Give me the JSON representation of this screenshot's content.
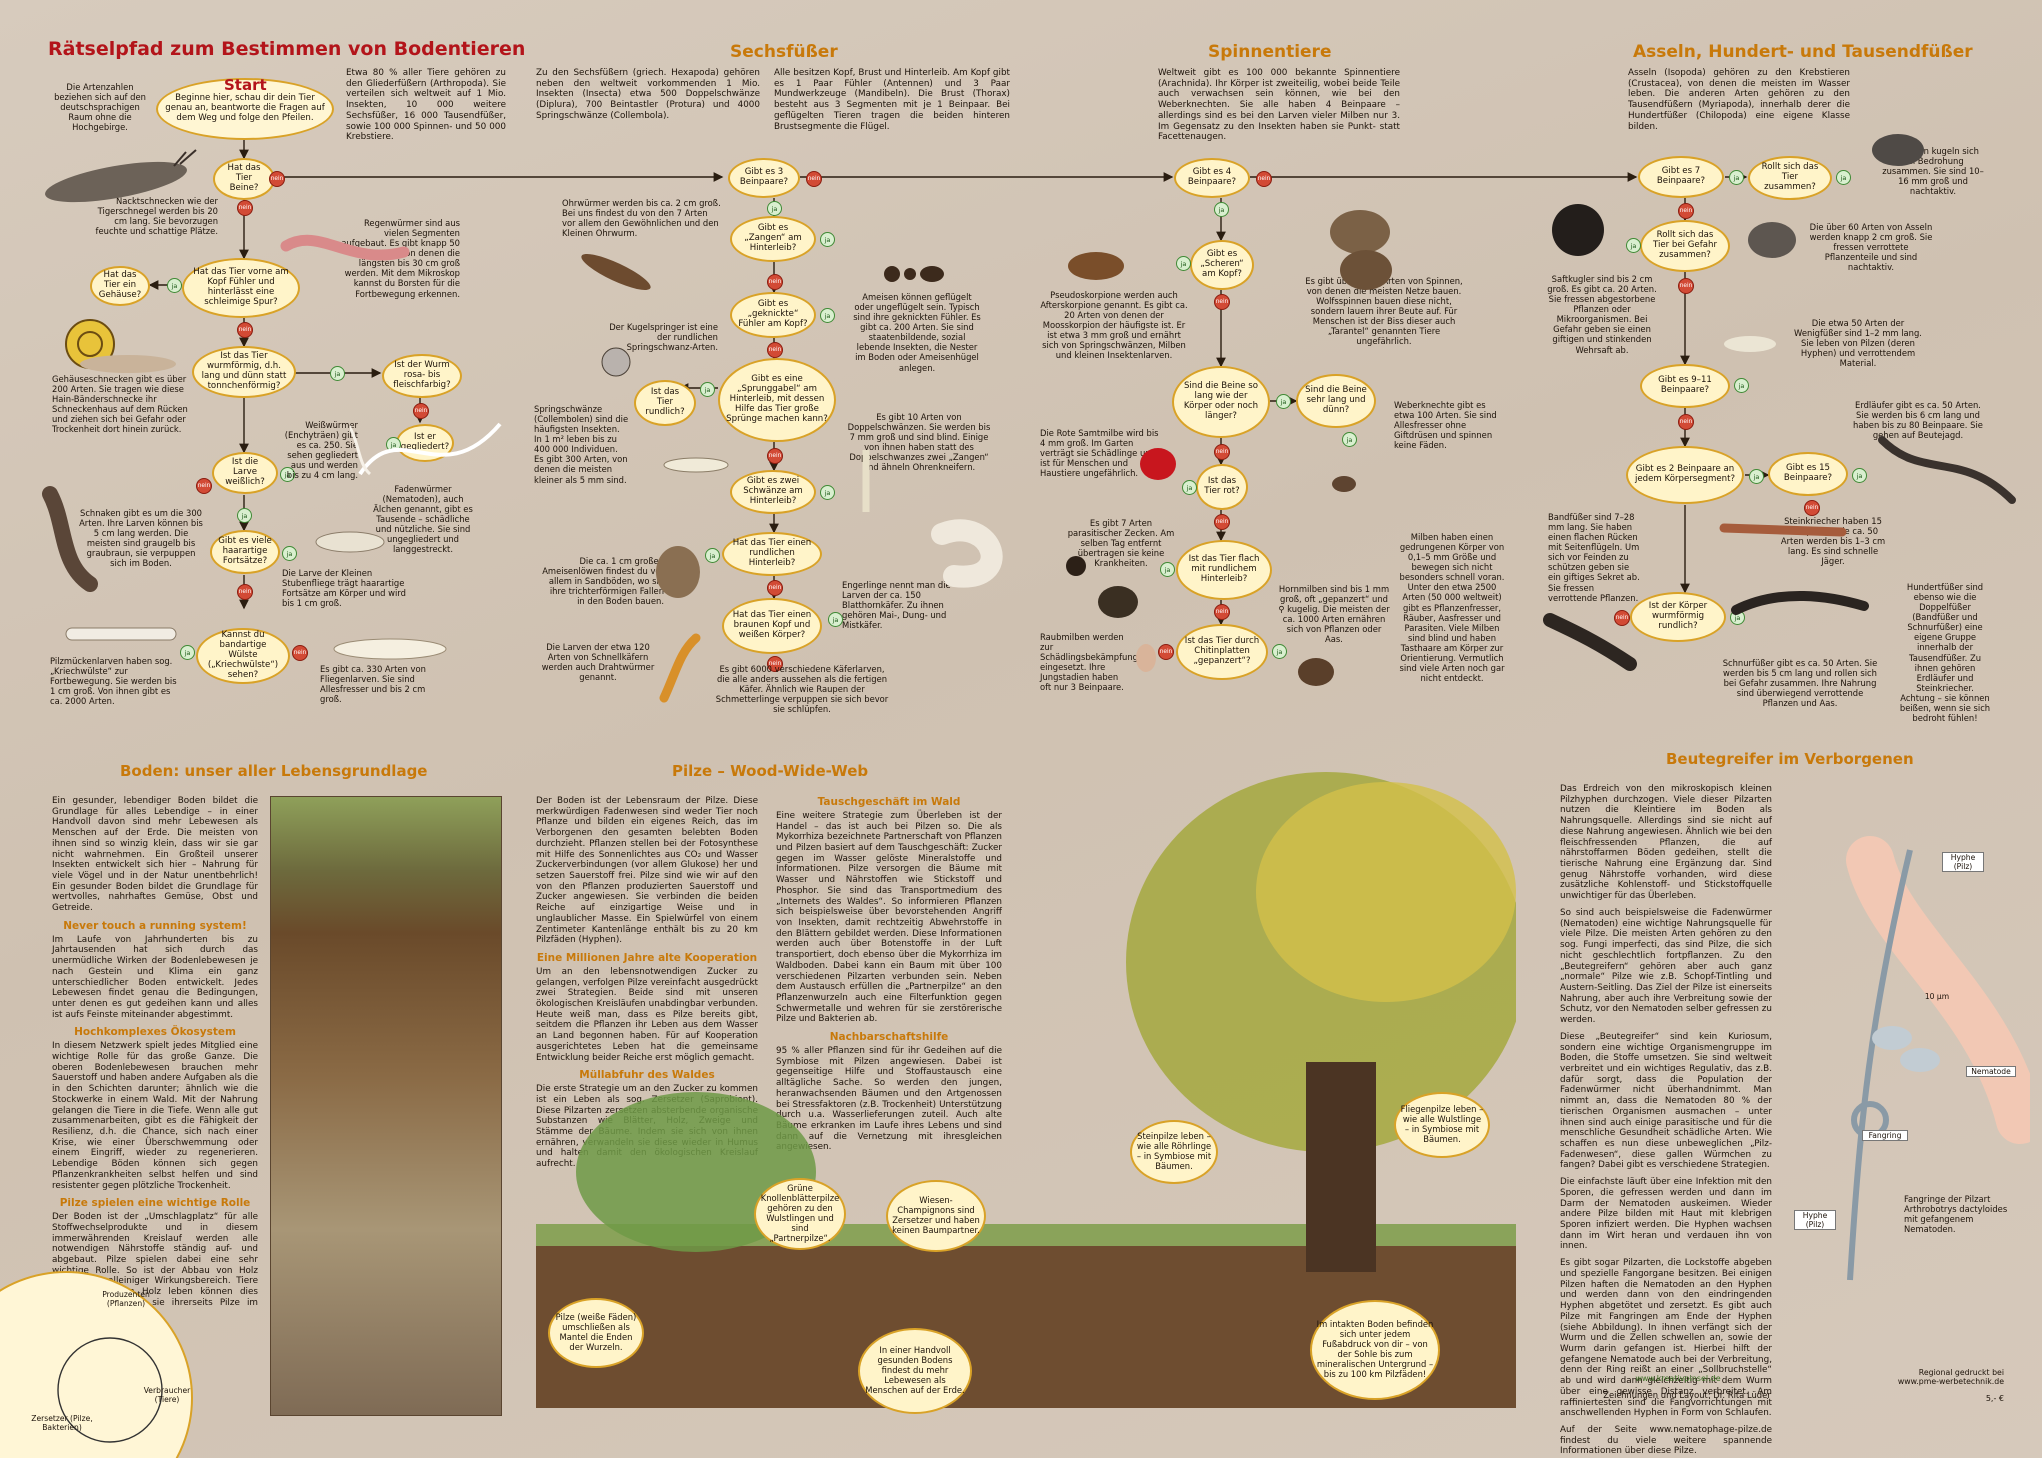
{
  "colors": {
    "title_red": "#b3141a",
    "title_orange": "#c8790a",
    "node_fill": "#fff4c9",
    "node_border": "#d9a227",
    "ja_green": "#3f8a35",
    "nein_red": "#d24a35",
    "background": "#d3c6b8"
  },
  "titles": {
    "main": "Rätselpfad zum Bestimmen von Bodentieren",
    "sechs": "Sechsfüßer",
    "spinnen": "Spinnentiere",
    "asseln": "Asseln, Hundert- und Tausendfüßer",
    "boden": "Boden: unser aller Lebensgrundlage",
    "pilze": "Pilze – Wood-Wide-Web",
    "beute": "Beutegreifer im Verborgenen"
  },
  "labels": {
    "start": "Start",
    "ja": "ja",
    "nein": "nein"
  },
  "nodes": {
    "start": "Beginne hier, schau dir dein Tier genau an, beantworte die Fragen auf dem Weg und folge den Pfeilen.",
    "beine": "Hat das Tier Beine?",
    "fuehler": "Hat das Tier vorne am Kopf Fühler und hinterlässt eine schleimige Spur?",
    "gehaeuse": "Hat das Tier ein Gehäuse?",
    "wurm": "Ist das Tier wurmförmig, d.h. lang und dünn statt tonnchenförmig?",
    "rosa": "Ist der Wurm rosa- bis fleischfarbig?",
    "gegliedert": "Ist er gegliedert?",
    "larve": "Ist die Larve weißlich?",
    "haarig": "Gibt es viele haarartige Fortsätze?",
    "kriech": "Kannst du bandartige Wülste („Kriechwülste“) sehen?",
    "b3": "Gibt es 3 Beinpaare?",
    "zangen": "Gibt es „Zangen“ am Hinterleib?",
    "geknickt": "Gibt es „geknickte“ Fühler am Kopf?",
    "rundlich": "Ist das Tier rundlich?",
    "sprung": "Gibt es eine „Sprunggabel“ am Hinterleib, mit dessen Hilfe das Tier große Sprünge machen kann?",
    "schwaenze": "Gibt es zwei Schwänze am Hinterleib?",
    "rundHinter": "Hat das Tier einen rundlichen Hinterleib?",
    "braunKopf": "Hat das Tier einen braunen Kopf und weißen Körper?",
    "b4": "Gibt es 4 Beinpaare?",
    "scheren": "Gibt es „Scheren“ am Kopf?",
    "laenger": "Sind die Beine so lang wie der Körper oder noch länger?",
    "sehrlang": "Sind die Beine sehr lang und dünn?",
    "rot": "Ist das Tier rot?",
    "flach": "Ist das Tier flach mit rundlichem Hinterleib?",
    "chitin": "Ist das Tier durch Chitinplatten „gepanzert“?",
    "b7": "Gibt es 7 Beinpaare?",
    "rollt": "Rollt sich das Tier zusammen?",
    "rollt2": "Rollt sich das Tier bei Gefahr zusammen?",
    "b911": "Gibt es 9–11 Beinpaare?",
    "b2": "Gibt es 2 Beinpaare an jedem Körpersegment?",
    "b15": "Gibt es 15 Beinpaare?",
    "wurmRund": "Ist der Körper wurmförmig rundlich?"
  },
  "intro": {
    "artenzahlen": "Die Artenzahlen beziehen sich auf den deutschsprachigen Raum ohne die Hochgebirge.",
    "gliederfuesser": "Etwa 80 % aller Tiere gehören zu den Gliederfüßern (Arthropoda). Sie verteilen sich weltweit auf 1 Mio. Insekten, 10 000 weitere Sechsfüßer, 16 000 Tausendfüßer, sowie 100 000 Spinnen- und 50 000 Krebstiere.",
    "sechs1": "Zu den Sechsfüßern (griech. Hexapoda) gehören neben den weltweit vorkommenden 1 Mio. Insekten (Insecta) etwa 500 Doppelschwänze (Diplura), 700 Beintastler (Protura) und 4000 Springschwänze (Collembola).",
    "sechs2": "Alle besitzen Kopf, Brust und Hinterleib. Am Kopf gibt es 1 Paar Fühler (Antennen) und 3 Paar Mundwerkzeuge (Mandibeln). Die Brust (Thorax) besteht aus 3 Segmenten mit je 1 Beinpaar. Bei geflügelten Tieren tragen die beiden hinteren Brustsegmente die Flügel.",
    "spinnen": "Weltweit gibt es 100 000 bekannte Spinnentiere (Arachnida). Ihr Körper ist zweiteilig, wobei beide Teile auch verwachsen sein können, wie bei den Weberknechten. Sie alle haben 4 Beinpaare – allerdings sind es bei den Larven vieler Milben nur 3. Im Gegensatz zu den Insekten haben sie Punkt- statt Facettenaugen.",
    "asseln": "Asseln (Isopoda) gehören zu den Krebstieren (Crustacea), von denen die meisten im Wasser leben. Die anderen Arten gehören zu den Tausendfüßern (Myriapoda), innerhalb derer die Hundertfüßer (Chilopoda) eine eigene Klasse bilden."
  },
  "captions": {
    "nackt": "Nacktschnecken wie der Tigerschnegel werden bis 20 cm lang. Sie bevorzugen feuchte und schattige Plätze.",
    "gehaeuse": "Gehäuseschnecken gibt es über 200 Arten. Sie tragen wie diese Hain-Bänderschnecke ihr Schneckenhaus auf dem Rücken und ziehen sich bei Gefahr oder Trockenheit dort hinein zurück.",
    "regen": "Regenwürmer sind aus vielen Segmenten aufgebaut. Es gibt knapp 50 Arten von denen die längsten bis 30 cm groß werden. Mit dem Mikroskop kannst du Borsten für die Fortbewegung erkennen.",
    "weiss": "Weißwürmer (Enchyträen) gibt es ca. 250. Sie sehen gegliedert aus und werden bis zu 4 cm lang.",
    "faden": "Fadenwürmer (Nematoden), auch Älchen genannt, gibt es Tausende – schädliche und nützliche. Sie sind ungegliedert und langgestreckt.",
    "schnaken": "Schnaken gibt es um die 300 Arten. Ihre Larven können bis 5 cm lang werden. Die meisten sind graugelb bis graubraun, sie verpuppen sich im Boden.",
    "stubenfliege": "Die Larve der Kleinen Stubenfliege trägt haarartige Fortsätze am Körper und wird bis 1 cm groß.",
    "pilzmuecken": "Pilzmückenlarven haben sog. „Kriechwülste“ zur Fortbewegung. Sie werden bis 1 cm groß. Von ihnen gibt es ca. 2000 Arten.",
    "fliegen": "Es gibt ca. 330 Arten von Fliegenlarven. Sie sind Allesfresser und bis 2 cm groß.",
    "ohrwurm": "Ohrwürmer werden bis ca. 2 cm groß. Bei uns findest du von den 7 Arten vor allem den Gewöhnlichen und den Kleinen Ohrwurm.",
    "kugelspringer": "Der Kugelspringer ist eine der rundlichen Springschwanz-Arten.",
    "ameisen": "Ameisen können geflügelt oder ungeflügelt sein. Typisch sind ihre geknickten Fühler. Es gibt ca. 200 Arten. Sie sind staatenbildende, sozial lebende Insekten, die Nester im Boden oder Ameisenhügel anlegen.",
    "springschw": "Springschwänze (Collembolen) sind die häufigsten Insekten. In 1 m² leben bis zu 400 000 Individuen. Es gibt 300 Arten, von denen die meisten kleiner als 5 mm sind.",
    "doppel": "Es gibt 10 Arten von Doppelschwänzen. Sie werden bis 7 mm groß und sind blind. Einige von ihnen haben statt des Doppelschwanzes zwei „Zangen“ und ähneln Ohrenkneifern.",
    "ameisenloewe": "Die ca. 1 cm großen Ameisenlöwen findest du vor allem in Sandböden, wo sie ihre trichterförmigen Fallen in den Boden bauen.",
    "engerlinge": "Engerlinge nennt man die Larven der ca. 150 Blatthornkäfer. Zu ihnen gehören Mai-, Dung- und Mistkäfer.",
    "schnellkaefer": "Die Larven der etwa 120 Arten von Schnellkäfern werden auch Drahtwürmer genannt.",
    "kaefer": "Es gibt 6000 verschiedene Käferlarven, die alle anders aussehen als die fertigen Käfer. Ähnlich wie Raupen der Schmetterlinge verpuppen sie sich bevor sie schlüpfen.",
    "pseudo": "Pseudoskorpione werden auch Afterskorpione genannt. Es gibt ca. 20 Arten von denen der Moosskorpion der häufigste ist. Er ist etwa 3 mm groß und ernährt sich von Springschwänzen, Milben und kleinen Insektenlarven.",
    "spinne": "Es gibt über 1000 Arten von Spinnen, von denen die meisten Netze bauen. Wolfsspinnen bauen diese nicht, sondern lauern ihrer Beute auf. Für Menschen ist der Biss dieser auch „Tarantel“ genannten Tiere ungefährlich.",
    "samtmilbe": "Die Rote Samtmilbe wird bis 4 mm groß. Im Garten verträgt sie Schädlinge und ist für Menschen und Haustiere ungefährlich.",
    "weber": "Weberknechte gibt es etwa 100 Arten. Sie sind Allesfresser ohne Giftdrüsen und spinnen keine Fäden.",
    "zecken": "Es gibt 7 Arten parasitischer Zecken. Am selben Tag entfernt übertragen sie keine Krankheiten.",
    "milben": "Milben haben einen gedrungenen Körper von 0,1–5 mm Größe und bewegen sich nicht besonders schnell voran. Unter den etwa 2500 Arten (50 000 weltweit) gibt es Pflanzenfresser, Räuber, Aasfresser und Parasiten. Viele Milben sind blind und haben Tasthaare am Körper zur Orientierung. Vermutlich sind viele Arten noch gar nicht entdeckt.",
    "horn": "Hornmilben sind bis 1 mm groß, oft „gepanzert“ und ⚲ kugelig. Die meisten der ca. 1000 Arten ernähren sich von Pflanzen oder Aas.",
    "raub": "Raubmilben werden zur Schädlingsbekämpfung eingesetzt. Ihre Jungstadien haben oft nur 3 Beinpaare.",
    "rollassel": "Rollasseln kugeln sich bei Bedrohung zusammen. Sie sind 10–16 mm groß und nachtaktiv.",
    "asseln60": "Die über 60 Arten von Asseln werden knapp 2 cm groß. Sie fressen verrottete Pflanzenteile und sind nachtaktiv.",
    "saftkugler": "Saftkugler sind bis 2 cm groß. Es gibt ca. 20 Arten. Sie fressen abgestorbene Pflanzen oder Mikroorganismen. Bei Gefahr geben sie einen giftigen und stinkenden Wehrsaft ab.",
    "wenig": "Die etwa 50 Arten der Wenigfüßer sind 1–2 mm lang. Sie leben von Pilzen (deren Hyphen) und verrottendem Material.",
    "erd": "Erdläufer gibt es ca. 50 Arten. Sie werden bis 6 cm lang und haben bis zu 80 Beinpaare. Sie gehen auf Beutejagd.",
    "band": "Bandfüßer sind 7–28 mm lang. Sie haben einen flachen Rücken mit Seitenflügeln. Um sich vor Feinden zu schützen geben sie ein giftiges Sekret ab. Sie fressen verrottende Pflanzen.",
    "stein": "Steinkriecher haben 15 Beinpaare. Die ca. 50 Arten werden bis 1–3 cm lang. Es sind schnelle Jäger.",
    "hundert": "Hundertfüßer sind ebenso wie die Doppelfüßer (Bandfüßer und Schnurfüßer) eine eigene Gruppe innerhalb der Tausendfüßer. Zu ihnen gehören Erdläufer und Steinkriecher. Achtung – sie können beißen, wenn sie sich bedroht fühlen!",
    "schnur": "Schnurfüßer gibt es ca. 50 Arten. Sie werden bis 5 cm lang und rollen sich bei Gefahr zusammen. Ihre Nahrung sind überwiegend verrottende Pflanzen und Aas."
  },
  "boden": {
    "p1": "Ein gesunder, lebendiger Boden bildet die Grundlage für alles Lebendige – in einer Handvoll davon sind mehr Lebewesen als Menschen auf der Erde. Die meisten von ihnen sind so winzig klein, dass wir sie gar nicht wahrnehmen. Ein Großteil unserer Insekten entwickelt sich hier – Nahrung für viele Vögel und in der Natur unentbehrlich! Ein gesunder Boden bildet die Grundlage für wertvolles, nahrhaftes Gemüse, Obst und Getreide.",
    "h2": "Never touch a running system!",
    "p2": "Im Laufe von Jahrhunderten bis zu Jahrtausenden hat sich durch das unermüdliche Wirken der Bodenlebewesen je nach Gestein und Klima ein ganz unterschiedlicher Boden entwickelt. Jedes Lebewesen findet genau die Bedingungen, unter denen es gut gedeihen kann und alles ist aufs Feinste miteinander abgestimmt.",
    "h3": "Hochkomplexes Ökosystem",
    "p3": "In diesem Netzwerk spielt jedes Mitglied eine wichtige Rolle für das große Ganze. Die oberen Bodenlebewesen brauchen mehr Sauerstoff und haben andere Aufgaben als die in den Schichten darunter; ähnlich wie die Stockwerke in einem Wald. Mit der Nahrung gelangen die Tiere in die Tiefe. Wenn alle gut zusammenarbeiten, gibt es die Fähigkeit der Resilienz, d.h. die Chance, sich nach einer Krise, wie einer Überschwemmung oder einem Eingriff, wieder zu regenerieren. Lebendige Böden können sich gegen Pflanzenkrankheiten selbst helfen und sind resistenter gegen plötzliche Trockenheit.",
    "h4": "Pilze spielen eine wichtige Rolle",
    "p4": "Der Boden ist der „Umschlagplatz“ für alle Stoffwechselprodukte und in diesem immerwährenden Kreislauf werden alle notwendigen Nährstoffe ständig auf- und abgebaut. Pilze spielen dabei eine sehr wichtige Rolle. So ist der Abbau von Holz (Lignin) ihr alleiniger Wirkungsbereich. Tiere die im und vom Holz leben können dies wiederum nur, weil sie ihrerseits Pilze im Darm haben.",
    "produzenten": "Produzenten (Pflanzen)",
    "verbraucher": "Verbraucher (Tiere)",
    "zersetzer": "Zersetzer (Pilze, Bakterien)"
  },
  "pilze": {
    "p1": "Der Boden ist der Lebensraum der Pilze. Diese merkwürdigen Fadenwesen sind weder Tier noch Pflanze und bilden ein eigenes Reich, das im Verborgenen den gesamten belebten Boden durchzieht. Pflanzen stellen bei der Fotosynthese mit Hilfe des Sonnenlichtes aus CO₂ und Wasser Zuckerverbindungen (vor allem Glukose) her und setzen Sauerstoff frei. Pilze sind wie wir auf den von den Pflanzen produzierten Sauerstoff und Zucker angewiesen. Sie verbinden die beiden Reiche auf einzigartige Weise und in unglaublicher Masse. Ein Spielwürfel von einem Zentimeter Kantenlänge enthält bis zu 20 km Pilzfäden (Hyphen).",
    "h2": "Eine Millionen Jahre alte Kooperation",
    "p2": "Um an den lebensnotwendigen Zucker zu gelangen, verfolgen Pilze vereinfacht ausgedrückt zwei Strategien. Beide sind mit unseren ökologischen Kreisläufen unabdingbar verbunden. Heute weiß man, dass es Pilze bereits gibt, seitdem die Pflanzen ihr Leben aus dem Wasser an Land begonnen haben. Für auf Kooperation ausgerichtetes Leben hat die gemeinsame Entwicklung beider Reiche erst möglich gemacht.",
    "h3": "Müllabfuhr des Waldes",
    "p3": "Die erste Strategie um an den Zucker zu kommen ist ein Leben als sog. Zersetzer (Saprobiont). Diese Pilzarten zersetzen absterbende organische Substanzen wie Blätter, Holz, Zweige und Stämme der Bäume. Indem sie sich von ihnen ernähren, verwandeln sie diese wieder in Humus und halten damit den ökologischen Kreislauf aufrecht.",
    "h4": "Tauschgeschäft im Wald",
    "p4": "Eine weitere Strategie zum Überleben ist der Handel – das ist auch bei Pilzen so. Die als Mykorrhiza bezeichnete Partnerschaft von Pflanzen und Pilzen basiert auf dem Tauschgeschäft: Zucker gegen im Wasser gelöste Mineralstoffe und Informationen. Pilze versorgen die Bäume mit Wasser und Nährstoffen wie Stickstoff und Phosphor. Sie sind das Transportmedium des „Internets des Waldes“. So informieren Pflanzen sich beispielsweise über bevorstehenden Angriff von Insekten, damit rechtzeitig Abwehrstoffe in den Blättern gebildet werden. Diese Informationen werden auch über Botenstoffe in der Luft transportiert, doch ebenso über die Mykorrhiza im Waldboden. Dabei kann ein Baum mit über 100 verschiedenen Pilzarten verbunden sein. Neben dem Austausch erfüllen die „Partnerpilze“ an den Pflanzenwurzeln auch eine Filterfunktion gegen Schwermetalle und wehren für sie zerstörerische Pilze und Bakterien ab.",
    "h5": "Nachbarschaftshilfe",
    "p5": "95 % aller Pflanzen sind für ihr Gedeihen auf die Symbiose mit Pilzen angewiesen. Dabei ist gegenseitige Hilfe und Stoffaustausch eine alltägliche Sache. So werden den jungen, heranwachsenden Bäumen und den Artgenossen bei Stressfaktoren (z.B. Trockenheit) Unterstützung durch u.a. Wasserlieferungen zuteil. Auch alte Bäume erkranken im Laufe ihres Lebens und sind dann auf die Vernetzung mit ihresgleichen angewiesen.",
    "b_gruen": "Grüne Knollenblätterpilze gehören zu den Wulstlingen und sind „Partnerpilze“.",
    "b_wiesen": "Wiesen-Champignons sind Zersetzer und haben keinen Baumpartner.",
    "b_stein": "Steinpilze leben – wie alle Röhrlinge – in Symbiose mit Bäumen.",
    "b_fliegen": "Fliegenpilze leben – wie alle Wulstlinge – in Symbiose mit Bäumen.",
    "b_weisse": "Pilze (weiße Fäden) umschließen als Mantel die Enden der Wurzeln.",
    "b_hand": "In einer Handvoll gesunden Bodens findest du mehr Lebewesen als Menschen auf der Erde.",
    "b_intakt": "Im intakten Boden befinden sich unter jedem Fußabdruck von dir – von der Sohle bis zum mineralischen Untergrund – bis zu 100 km Pilzfäden!"
  },
  "beute": {
    "p1": "Das Erdreich von den mikroskopisch kleinen Pilzhyphen durchzogen. Viele dieser Pilzarten nutzen die Kleintiere im Boden als Nahrungsquelle. Allerdings sind sie nicht auf diese Nahrung angewiesen. Ähnlich wie bei den fleischfressenden Pflanzen, die auf nährstoffarmen Böden gedeihen, stellt die tierische Nahrung eine Ergänzung dar. Sind genug Nährstoffe vorhanden, wird diese zusätzliche Kohlenstoff- und Stickstoffquelle unwichtiger für das Überleben.",
    "p2": "So sind auch beispielsweise die Fadenwürmer (Nematoden) eine wichtige Nahrungsquelle für viele Pilze. Die meisten Arten gehören zu den sog. Fungi imperfecti, das sind Pilze, die sich nicht geschlechtlich fortpflanzen. Zu den „Beutegreifern“ gehören aber auch ganz „normale“ Pilze wie z.B. Schopf-Tintling und Austern-Seitling. Das Ziel der Pilze ist einerseits Nahrung, aber auch ihre Verbreitung sowie der Schutz, vor den Nematoden selber gefressen zu werden.",
    "p3": "Diese „Beutegreifer“ sind kein Kuriosum, sondern eine wichtige Organismengruppe im Boden, die Stoffe umsetzen. Sie sind weltweit verbreitet und ein wichtiges Regulativ, das z.B. dafür sorgt, dass die Population der Fadenwürmer nicht überhandnimmt. Man nimmt an, dass die Nematoden 80 % der tierischen Organismen ausmachen – unter ihnen sind auch einige parasitische und für die menschliche Gesundheit schädliche Arten. Wie schaffen es nun diese unbeweglichen „Pilz-Fadenwesen“, diese gallen Würmchen zu fangen? Dabei gibt es verschiedene Strategien.",
    "p4": "Die einfachste läuft über eine Infektion mit den Sporen, die gefressen werden und dann im Darm der Nematoden auskeimen. Wieder andere Pilze bilden mit Haut mit klebrigen Sporen infiziert werden. Die Hyphen wachsen dann im Wirt heran und verdauen ihn von innen.",
    "p5": "Es gibt sogar Pilzarten, die Lockstoffe abgeben und spezielle Fangorgane besitzen. Bei einigen Pilzen haften die Nematoden an den Hyphen und werden dann von den eindringenden Hyphen abgetötet und zersetzt. Es gibt auch Pilze mit Fangringen am Ende der Hyphen (siehe Abbildung). In ihnen verfängt sich der Wurm und die Zellen schwellen an, sowie der Wurm darin gefangen ist. Hierbei hilft der gefangene Nematode auch bei der Verbreitung, denn der Ring reißt an einer „Sollbruchstelle“ ab und wird dann gleichzeitig mit dem Wurm über eine gewisse Distanz verbreitet. Am raffiniertesten sind die Fangvorrichtungen mit anschwellenden Hyphen in Form von Schlaufen.",
    "p6": "Auf der Seite www.nematophage-pilze.de findest du viele weitere spannende Informationen über diese Pilze.",
    "hyphe1": "Hyphe (Pilz)",
    "hyphe2": "Hyphe (Pilz)",
    "nematode": "Nematode",
    "fangring": "Fangring",
    "scale": "10 µm",
    "fangringe": "Fangringe der Pilzart Arthrobotrys dactyloides mit gefangenem Nematoden."
  },
  "footer": {
    "logo": "www.kreativpinsel.de",
    "credit": "Zeichnungen und Layout: Dr. Rita Lüder",
    "printed": "Regional gedruckt bei www.pme-werbetechnik.de",
    "price": "5,- €"
  }
}
